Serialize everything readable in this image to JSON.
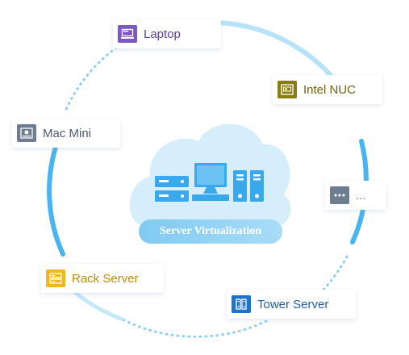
{
  "center": {
    "label": "Server Virtualization"
  },
  "nodes": [
    {
      "id": "laptop",
      "label": "Laptop",
      "color": "#7d57c2",
      "text_color": "#5b3f9a",
      "icon": "laptop-icon"
    },
    {
      "id": "intel-nuc",
      "label": "Intel NUC",
      "color": "#8a7d12",
      "text_color": "#6f6410",
      "icon": "intel-nuc-icon"
    },
    {
      "id": "mac-mini",
      "label": "Mac Mini",
      "color": "#6e7c92",
      "text_color": "#4d5b70",
      "icon": "mac-mini-icon"
    },
    {
      "id": "more",
      "label": "...",
      "color": "#6e7c92",
      "text_color": "#6e7c92",
      "icon": "more-dots-icon"
    },
    {
      "id": "rack-server",
      "label": "Rack Server",
      "color": "#f5b51f",
      "text_color": "#c48a08",
      "icon": "rack-server-icon"
    },
    {
      "id": "tower-server",
      "label": "Tower Server",
      "color": "#1f73c8",
      "text_color": "#1a5fa8",
      "icon": "tower-server-icon"
    }
  ],
  "colors": {
    "ring": "#8fd0f5",
    "cloud": "#d6eefb",
    "device": "#39a8ec"
  }
}
